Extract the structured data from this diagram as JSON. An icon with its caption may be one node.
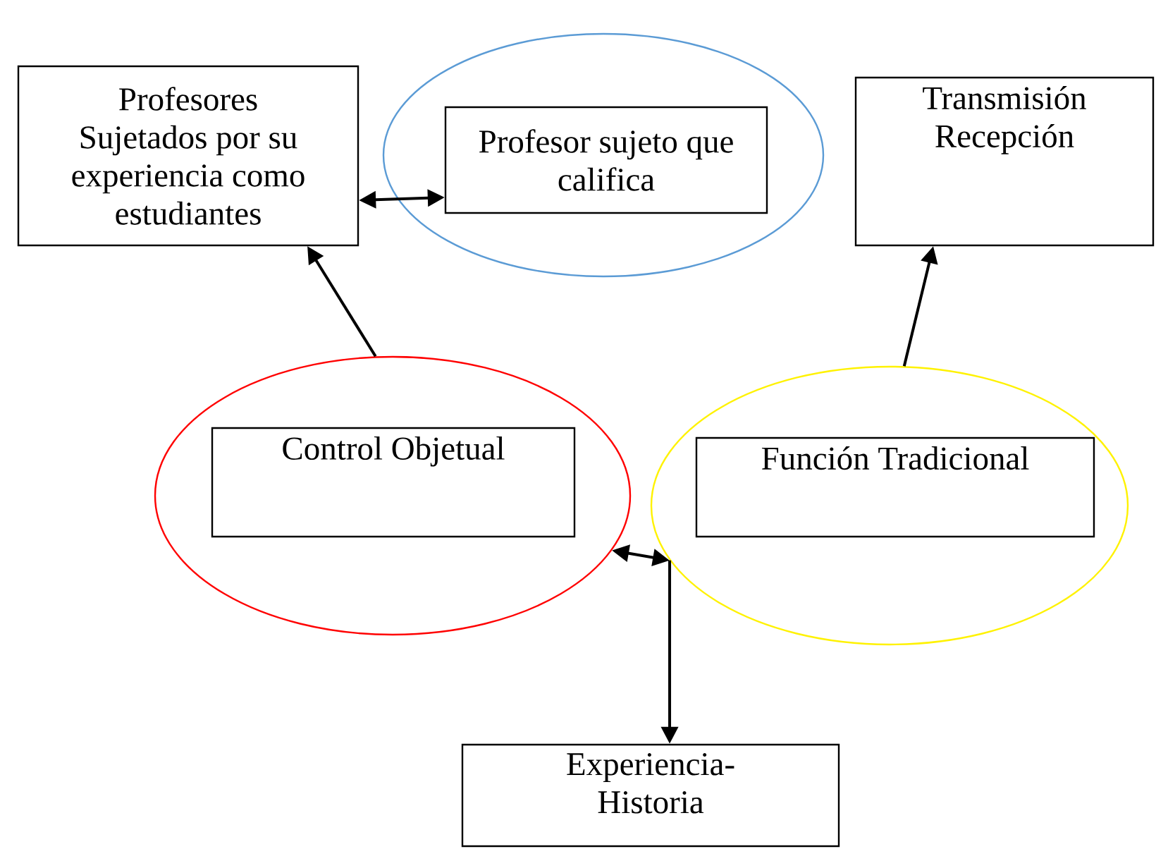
{
  "diagram": {
    "nodes": [
      {
        "text": [
          "Profesores Sujetados por su experiencia como estudiantes"
        ]
      },
      {
        "text": [],
        "shape": "circle"
      },
      {
        "text": [
          "Profesor sujeto que califica"
        ],
        "in": 1
      },
      {
        "text": [
          "Transmisión Recepción"
        ]
      },
      {
        "text": [],
        "shape": "circle"
      },
      {
        "text": [
          "Control Objetual"
        ],
        "in": 4
      },
      {
        "text": [],
        "shape": "circle"
      },
      {
        "text": [
          "Función Tradicional"
        ],
        "in": 6
      },
      {
        "text": [
          "Experiencia- Historia"
        ]
      }
    ],
    "edges": [
      {
        "from": 0,
        "to": 2,
        "arrow": "both"
      },
      {
        "from": 4,
        "to": 0,
        "arrow": "to"
      },
      {
        "from": 6,
        "to": 3,
        "arrow": "to"
      },
      {
        "from": 4,
        "to": 6,
        "arrow": "both"
      },
      {
        "from": 6,
        "to": 8,
        "arrow": "to"
      }
    ]
  }
}
